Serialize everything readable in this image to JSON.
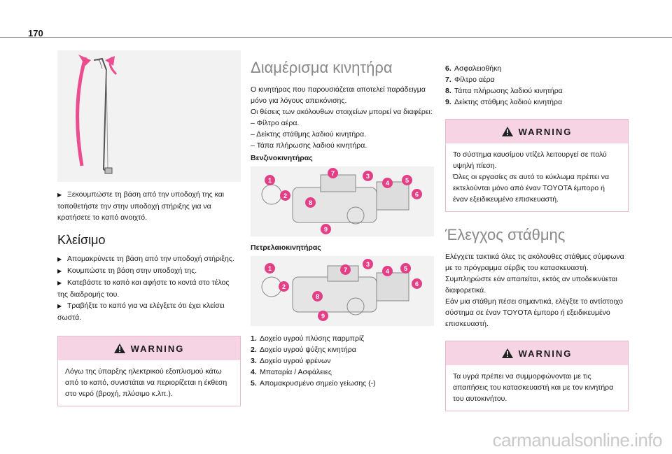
{
  "page_number": "170",
  "col1": {
    "caption": "Ξεκουμπώστε τη βάση από την υποδοχή της και τοποθετήστε την στην υποδοχή στήριξης για να κρατήσετε το καπό ανοιχτό.",
    "close_title": "Κλείσιμο",
    "close_steps": [
      "Απομακρύνετε τη βάση από την υποδοχή στήριξης.",
      "Κουμπώστε τη βάση στην υποδοχή της.",
      "Κατεβάστε το καπό και αφήστε το κοντά στο τέλος της διαδρομής του.",
      "Τραβήξτε το καπό για να ελέγξετε ότι έχει κλείσει σωστά."
    ],
    "warning_title": "WARNING",
    "warning_text": "Λόγω της ύπαρξης ηλεκτρικού εξοπλισμού κάτω από το καπό, συνιστάται να περιορίζεται η έκθεση στο νερό (βροχή, πλύσιμο κ.λπ.)."
  },
  "col2": {
    "title": "Διαμέρισμα κινητήρα",
    "intro_lines": [
      "Ο κινητήρας που παρουσιάζεται αποτελεί παράδειγμα μόνο για λόγους απεικόνισης.",
      "Οι θέσεις των ακόλουθων στοιχείων μπορεί να διαφέρει:",
      "– Φίλτρο αέρα.",
      "– Δείκτης στάθμης λαδιού κινητήρα.",
      "– Τάπα πλήρωσης λαδιού κινητήρα."
    ],
    "petrol_title": "Βενζινοκινητήρας",
    "diesel_title": "Πετρελαιοκινητήρας",
    "badges": [
      "1",
      "2",
      "3",
      "4",
      "5",
      "6",
      "7",
      "8",
      "9"
    ],
    "list": [
      {
        "n": "1.",
        "t": "Δοχείο υγρού πλύσης παρμπρίζ"
      },
      {
        "n": "2.",
        "t": "Δοχείο υγρού ψύξης κινητήρα"
      },
      {
        "n": "3.",
        "t": "Δοχείο υγρού φρένων"
      },
      {
        "n": "4.",
        "t": "Μπαταρία / Ασφάλειες"
      },
      {
        "n": "5.",
        "t": "Απομακρυσμένο σημείο γείωσης (-)"
      }
    ]
  },
  "col3": {
    "list": [
      {
        "n": "6.",
        "t": "Ασφαλειοθήκη"
      },
      {
        "n": "7.",
        "t": "Φίλτρο αέρα"
      },
      {
        "n": "8.",
        "t": "Τάπα πλήρωσης λαδιού κινητήρα"
      },
      {
        "n": "9.",
        "t": "Δείκτης στάθμης λαδιού κινητήρα"
      }
    ],
    "warning1_title": "WARNING",
    "warning1_lines": [
      "Το σύστημα καυσίμου ντίζελ λειτουργεί σε πολύ υψηλή πίεση.",
      "Όλες οι εργασίες σε αυτό το κύκλωμα πρέπει να εκτελούνται μόνο από έναν TOYOTA έμπορο ή έναν εξειδικευμένο επισκευαστή."
    ],
    "level_title": "Έλεγχος στάθμης",
    "level_lines": [
      "Ελέγχετε τακτικά όλες τις ακόλουθες στάθμες σύμφωνα με το πρόγραμμα σέρβις του κατασκευαστή.",
      "Συμπληρώστε εάν απαιτείται, εκτός αν υποδεικνύεται διαφορετικά.",
      "Εάν μια στάθμη πέσει σημαντικά, ελέγξτε το αντίστοιχο σύστημα σε έναν TOYOTA έμπορο ή εξειδικευμένο επισκευαστή."
    ],
    "warning2_title": "WARNING",
    "warning2_text": "Τα υγρά πρέπει να συμμορφώνονται με τις απαιτήσεις του κατασκευαστή και με τον κινητήρα του αυτοκινήτου."
  },
  "watermark": "carmanualsonline.info",
  "colors": {
    "accent": "#e23f86",
    "warning_bg": "#f7d4e3"
  }
}
